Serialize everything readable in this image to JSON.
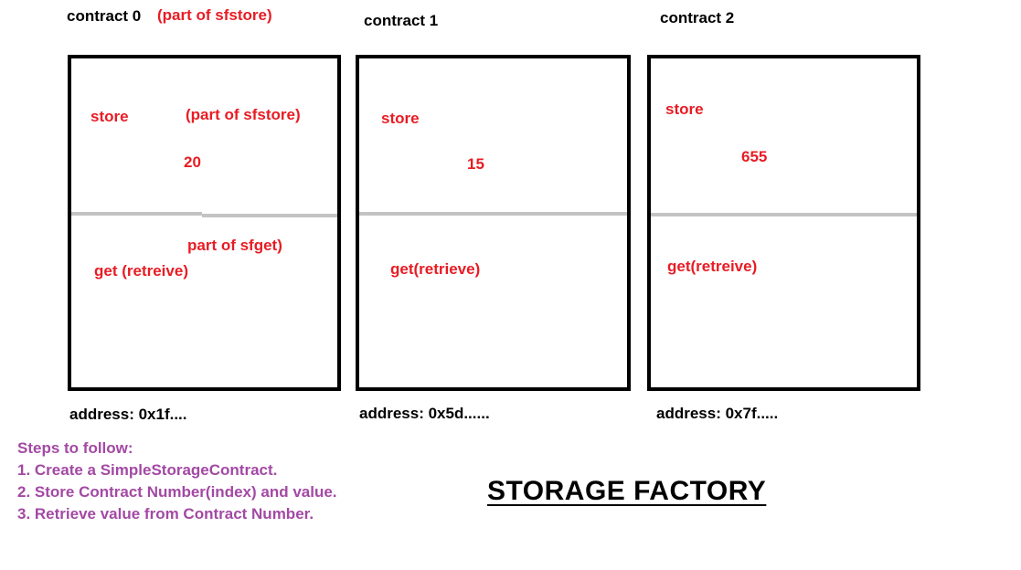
{
  "contracts": [
    {
      "label": "contract 0",
      "label_note": "(part of sfstore)",
      "store_label": "store",
      "store_note": "(part of sfstore)",
      "value": "20",
      "get_label": "get (retreive)",
      "get_note": "part of sfget)",
      "address": "address: 0x1f...."
    },
    {
      "label": "contract 1",
      "store_label": "store",
      "value": "15",
      "get_label": "get(retrieve)",
      "address": "address: 0x5d......"
    },
    {
      "label": "contract 2",
      "store_label": "store",
      "value": "655",
      "get_label": "get(retreive)",
      "address": "address: 0x7f....."
    }
  ],
  "steps": {
    "heading": "Steps to follow:",
    "items": [
      "1. Create a SimpleStorageContract.",
      "2. Store Contract Number(index) and value.",
      "3. Retrieve value from Contract Number."
    ]
  },
  "title": "STORAGE FACTORY",
  "colors": {
    "annotation": "#e81c24",
    "steps": "#a349a4",
    "divider": "#c3c3c3",
    "border": "#000000"
  }
}
